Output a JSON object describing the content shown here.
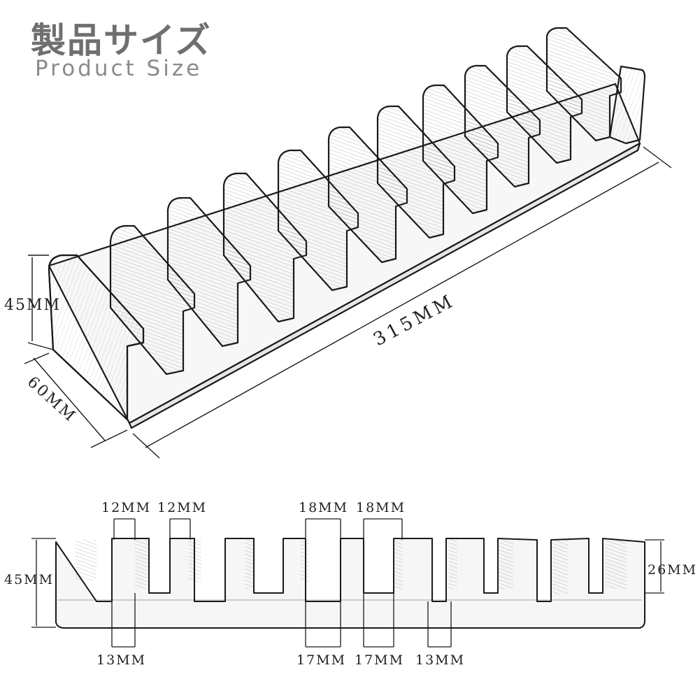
{
  "title": {
    "jp": "製品サイズ",
    "en": "Product Size"
  },
  "dimensions": {
    "height": "45MM",
    "depth": "60MM",
    "length": "315MM",
    "side_height": "45MM",
    "slot_depth": "26MM",
    "slot_width_a": "12MM",
    "slot_width_b": "12MM",
    "slot_width_c": "18MM",
    "slot_width_d": "18MM",
    "tooth_a": "13MM",
    "tooth_b": "17MM",
    "tooth_c": "17MM",
    "tooth_d": "13MM"
  },
  "colors": {
    "line": "#1a1a1a",
    "title": "#6f6f6f",
    "subtitle": "#8a8a8a"
  }
}
